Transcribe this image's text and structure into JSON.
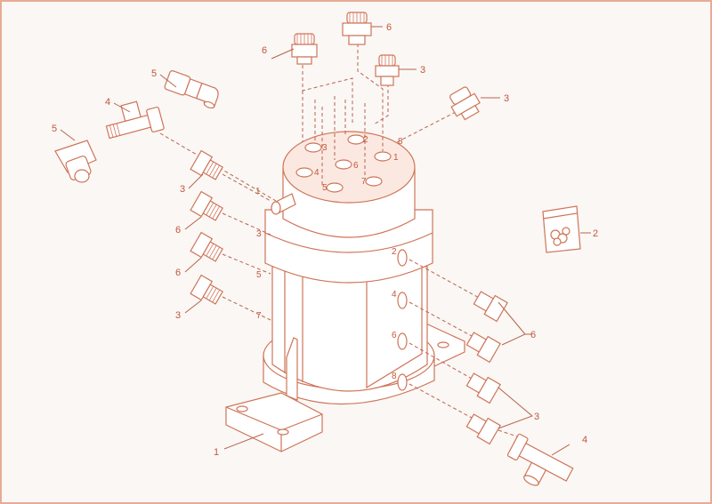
{
  "callouts": {
    "main_housing": "1",
    "seal_kit": "2",
    "straight_fitting": "3",
    "tee_fitting": "4",
    "elbow_fitting": "5",
    "large_fitting": "6"
  },
  "ports": {
    "top": [
      "3",
      "2",
      "4",
      "6",
      "1",
      "5",
      "7"
    ],
    "left": [
      "1",
      "3",
      "5",
      "7"
    ],
    "right": [
      "2",
      "4",
      "6",
      "8"
    ]
  },
  "colors": {
    "line": "#cf7457",
    "text": "#c2573a",
    "border": "#e8ab95",
    "background": "#faf7f5"
  }
}
